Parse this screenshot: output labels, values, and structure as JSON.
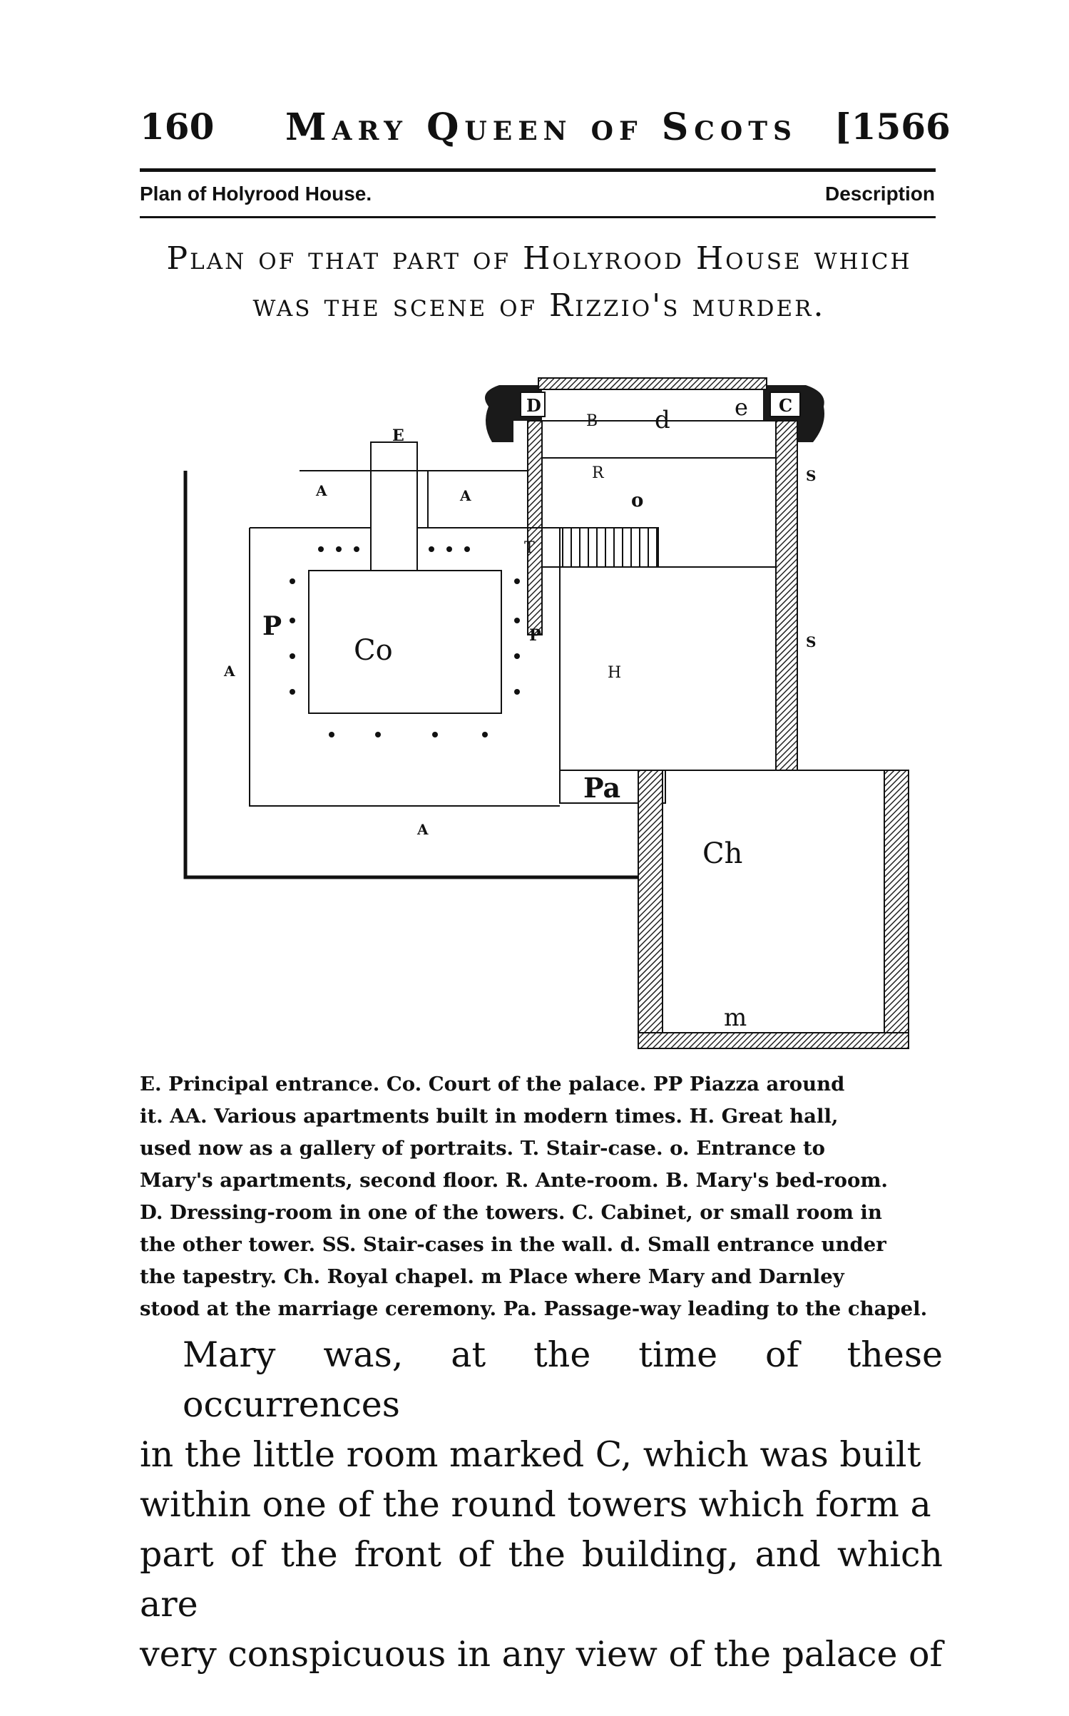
{
  "header": {
    "page_number": "160",
    "running_title": "Mary Queen of Scots",
    "year": "[1566"
  },
  "subheader": {
    "left": "Plan of Holyrood House.",
    "right": "Description"
  },
  "plan": {
    "title_line1": "Plan of that part of Holyrood House which",
    "title_line2": "was the scene of Rizzio's murder.",
    "labels": {
      "D": "D",
      "C": "C",
      "B": "B",
      "d": "d",
      "e": "e",
      "E": "E",
      "R": "R",
      "o": "o",
      "S1": "S",
      "S2": "S",
      "T": "T",
      "A1": "A",
      "A2": "A",
      "A3": "A",
      "A4": "A",
      "P1": "P",
      "P2": "P",
      "Co": "Co",
      "H": "H",
      "Pa": "Pa",
      "Ch": "Ch",
      "m": "m"
    }
  },
  "caption": [
    "E. Principal entrance.  Co. Court of the palace.  PP  Piazza around",
    "it.  AA. Various apartments built in modern times.  H. Great hall,",
    "used now as a gallery of portraits.  T. Stair-case.  o. Entrance to",
    "Mary's apartments, second floor.  R. Ante-room.  B. Mary's bed-room.",
    "D. Dressing-room in one of the towers.  C. Cabinet, or small room in",
    "the other tower.  SS. Stair-cases in the wall.  d. Small entrance under",
    "the tapestry.  Ch. Royal chapel.  m Place where Mary and Darnley",
    "stood at the marriage ceremony.  Pa. Passage-way leading to the chapel."
  ],
  "body": [
    "Mary was, at the time of these occurrences",
    "in the little room marked C, which was built",
    "within one of the round towers which form a",
    "part of the front of the building, and which are",
    "very conspicuous in any view of the palace of"
  ]
}
